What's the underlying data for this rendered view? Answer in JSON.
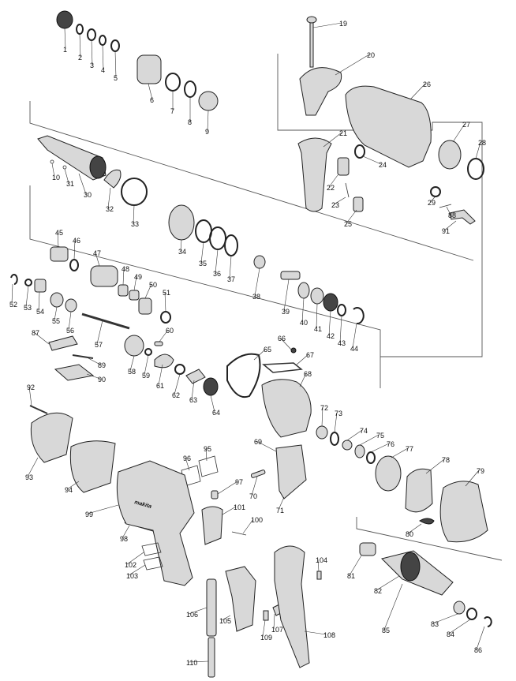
{
  "title": "",
  "labels": {
    "p1": "1",
    "p2": "2",
    "p3": "3",
    "p4": "4",
    "p5": "5",
    "p6": "6",
    "p7": "7",
    "p8": "8",
    "p9": "9",
    "p10": "10",
    "p19": "19",
    "p20": "20",
    "p21": "21",
    "p22": "22",
    "p23": "23",
    "p24": "24",
    "p25": "25",
    "p26": "26",
    "p27": "27",
    "p28": "28",
    "p29": "29",
    "p30": "30",
    "p31": "31",
    "p32": "32",
    "p33": "33",
    "p34": "34",
    "p35": "35",
    "p36": "36",
    "p37": "37",
    "p38": "38",
    "p39": "39",
    "p40": "40",
    "p41": "41",
    "p42": "42",
    "p43": "43",
    "p44": "44",
    "p45": "45",
    "p46": "46",
    "p47": "47",
    "p48": "48",
    "p49": "49",
    "p50": "50",
    "p51": "51",
    "p52": "52",
    "p53": "53",
    "p54": "54",
    "p55": "55",
    "p56": "56",
    "p57": "57",
    "p58": "58",
    "p59": "59",
    "p60": "60",
    "p61": "61",
    "p62": "62",
    "p63": "63",
    "p64": "64",
    "p65": "65",
    "p66": "66",
    "p67": "67",
    "p68": "68",
    "p69": "69",
    "p70": "70",
    "p71": "71",
    "p72": "72",
    "p73": "73",
    "p74": "74",
    "p75": "75",
    "p76": "76",
    "p77": "77",
    "p78": "78",
    "p79": "79",
    "p80": "80",
    "p81": "81",
    "p82": "82",
    "p83": "83",
    "p84": "84",
    "p85": "85",
    "p86": "86",
    "p87": "87",
    "p88": "88",
    "p89": "89",
    "p90": "90",
    "p91": "91",
    "p92": "92",
    "p93": "93",
    "p94": "94",
    "p95": "95",
    "p96": "96",
    "p97": "97",
    "p98": "98",
    "p99": "99",
    "p100": "100",
    "p101": "101",
    "p102": "102",
    "p103": "103",
    "p104": "104",
    "p105": "105",
    "p106": "106",
    "p107": "107",
    "p108": "108",
    "p109": "109",
    "p110": "110"
  },
  "brand": "makita"
}
